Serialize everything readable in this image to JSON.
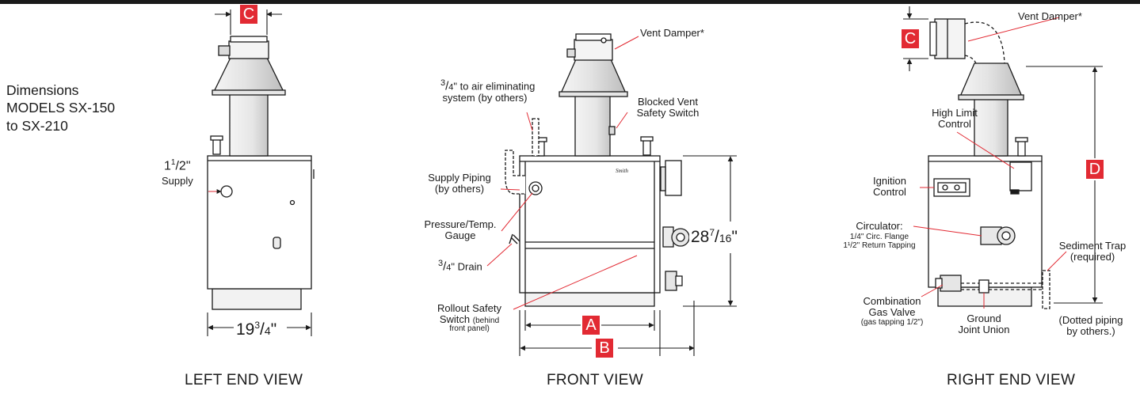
{
  "heading": {
    "line1": "Dimensions",
    "line2": "MODELS SX-150",
    "line3": "to SX-210"
  },
  "view_titles": {
    "left": "LEFT END VIEW",
    "front": "FRONT VIEW",
    "right": "RIGHT END VIEW"
  },
  "badges": {
    "a": "A",
    "b": "B",
    "c": "C",
    "d": "D"
  },
  "left_view": {
    "supply_size": {
      "whole": "1",
      "num": "1",
      "den": "2",
      "unit": "\""
    },
    "supply_label": "Supply",
    "width": {
      "whole": "19",
      "num": "3",
      "den": "4",
      "unit": "\""
    }
  },
  "front_view": {
    "vent_damper": "Vent Damper*",
    "air_elim": {
      "num": "3",
      "den": "4",
      "unit": "\"",
      "line1": "to air eliminating",
      "line2": "system (by others)"
    },
    "blocked_vent": {
      "line1": "Blocked Vent",
      "line2": "Safety Switch"
    },
    "supply_piping": {
      "line1": "Supply Piping",
      "line2": "(by others)"
    },
    "pressure_gauge": {
      "line1": "Pressure/Temp.",
      "line2": "Gauge"
    },
    "drain": {
      "num": "3",
      "den": "4",
      "unit": "\"",
      "label": "Drain"
    },
    "rollout": {
      "line1": "Rollout Safety",
      "line2a": "Switch",
      "line2b": "(behind",
      "line3": "front panel)"
    },
    "height": {
      "whole": "28",
      "num": "7",
      "den": "16",
      "unit": "\""
    }
  },
  "right_view": {
    "vent_damper": "Vent Damper*",
    "high_limit": {
      "line1": "High Limit",
      "line2": "Control"
    },
    "ignition": {
      "line1": "Ignition",
      "line2": "Control"
    },
    "circulator": {
      "title": "Circulator:",
      "line1": "1/4\" Circ. Flange",
      "line2": "1¹/2\" Return Tapping"
    },
    "sediment": {
      "line1": "Sediment Trap",
      "line2": "(required)"
    },
    "combo_valve": {
      "line1": "Combination",
      "line2": "Gas Valve",
      "line3": "(gas tapping 1/2\")"
    },
    "ground_union": {
      "line1": "Ground",
      "line2": "Joint Union"
    },
    "dotted_piping": {
      "line1": "(Dotted piping",
      "line2": "by others.)"
    }
  },
  "colors": {
    "ink": "#1a1a1a",
    "accent": "#e22a33",
    "shade": "#d9d9d9",
    "light": "#f2f2f2"
  }
}
